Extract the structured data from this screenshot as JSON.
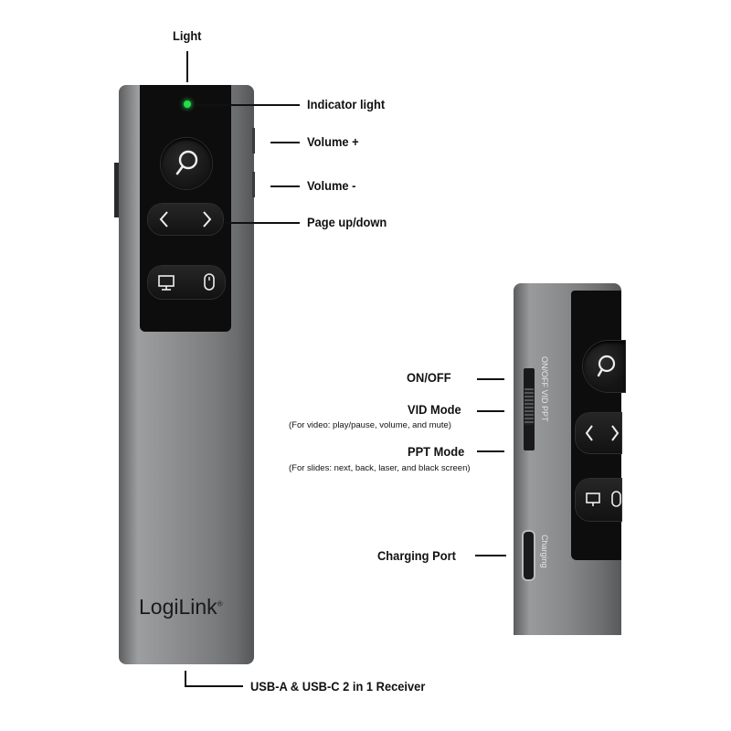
{
  "labels": {
    "light": "Light",
    "indicator_light": "Indicator light",
    "volume_up": "Volume +",
    "volume_down": "Volume -",
    "page_updown": "Page up/down",
    "on_off": "ON/OFF",
    "vid_mode": "VID Mode",
    "vid_mode_desc": "(For video: play/pause, volume, and mute)",
    "ppt_mode": "PPT Mode",
    "ppt_mode_desc": "(For slides: next, back, laser, and black screen)",
    "charging_port": "Charging Port",
    "receiver": "USB-A & USB-C 2 in 1 Receiver"
  },
  "device": {
    "brand": "LogiLink",
    "trademark": "®",
    "switch_text": "ON/OFF  VID  PPT",
    "charging_text": "Charging",
    "led_color": "#22e04a"
  },
  "icons": [
    "magnifier-icon",
    "chevron-left-icon",
    "chevron-right-icon",
    "monitor-icon",
    "mouse-icon"
  ]
}
